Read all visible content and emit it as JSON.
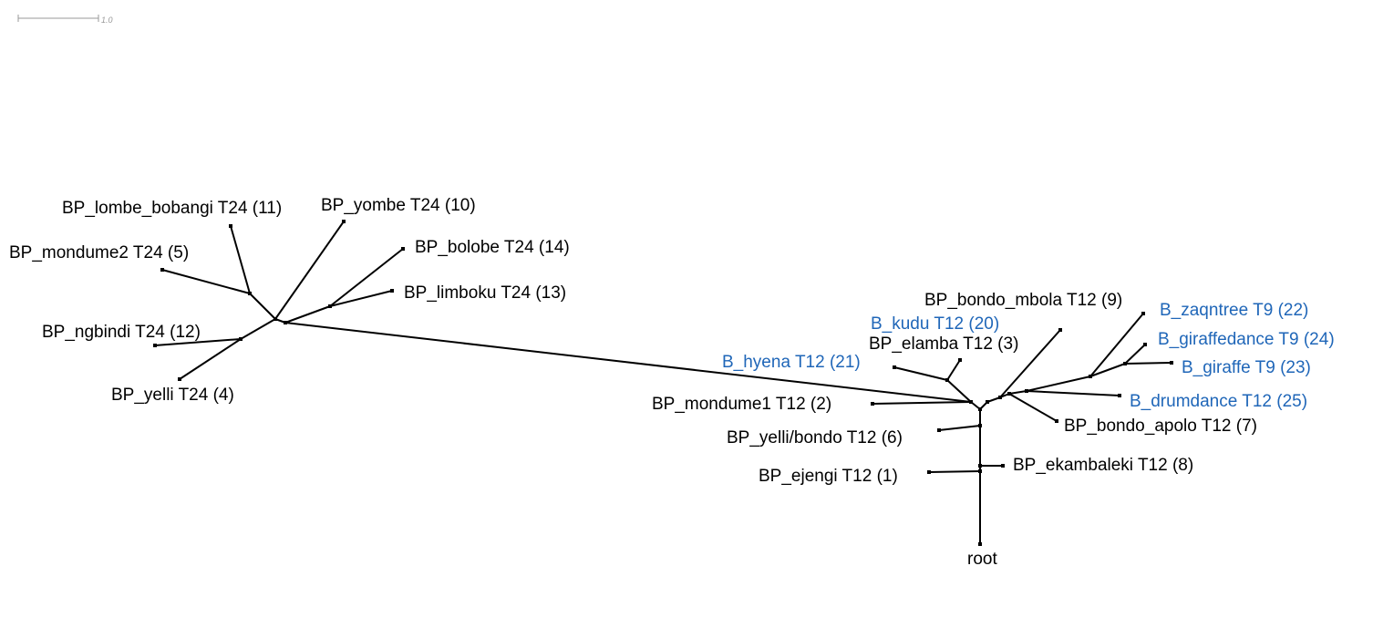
{
  "scale_bar": {
    "label": "1.0"
  },
  "colors": {
    "default": "#000000",
    "highlight": "#1f66b8"
  },
  "root_label": "root",
  "leaves": [
    {
      "id": "lombe_bobangi",
      "label": "BP_lombe_bobangi T24 (11)",
      "group": "default"
    },
    {
      "id": "yombe",
      "label": "BP_yombe T24 (10)",
      "group": "default"
    },
    {
      "id": "mondume2",
      "label": "BP_mondume2 T24 (5)",
      "group": "default"
    },
    {
      "id": "bolobe",
      "label": "BP_bolobe T24 (14)",
      "group": "default"
    },
    {
      "id": "limboku",
      "label": "BP_limboku T24 (13)",
      "group": "default"
    },
    {
      "id": "ngbindi",
      "label": "BP_ngbindi T24 (12)",
      "group": "default"
    },
    {
      "id": "yelli",
      "label": "BP_yelli T24 (4)",
      "group": "default"
    },
    {
      "id": "bondo_mbola",
      "label": "BP_bondo_mbola T12 (9)",
      "group": "default"
    },
    {
      "id": "zaqntree",
      "label": "B_zaqntree T9 (22)",
      "group": "highlight"
    },
    {
      "id": "kudu",
      "label": "B_kudu T12 (20)",
      "group": "highlight"
    },
    {
      "id": "giraffedance",
      "label": "B_giraffedance T9 (24)",
      "group": "highlight"
    },
    {
      "id": "elamba",
      "label": "BP_elamba T12 (3)",
      "group": "default"
    },
    {
      "id": "hyena",
      "label": "B_hyena T12 (21)",
      "group": "highlight"
    },
    {
      "id": "giraffe",
      "label": "B_giraffe T9 (23)",
      "group": "highlight"
    },
    {
      "id": "drumdance",
      "label": "B_drumdance T12 (25)",
      "group": "highlight"
    },
    {
      "id": "mondume1",
      "label": "BP_mondume1 T12 (2)",
      "group": "default"
    },
    {
      "id": "bondo_apolo",
      "label": "BP_bondo_apolo T12 (7)",
      "group": "default"
    },
    {
      "id": "yelli_bondo",
      "label": "BP_yelli/bondo T12 (6)",
      "group": "default"
    },
    {
      "id": "ekambaleki",
      "label": "BP_ekambaleki T12 (8)",
      "group": "default"
    },
    {
      "id": "ejengi",
      "label": "BP_ejengi T12 (1)",
      "group": "default"
    }
  ]
}
